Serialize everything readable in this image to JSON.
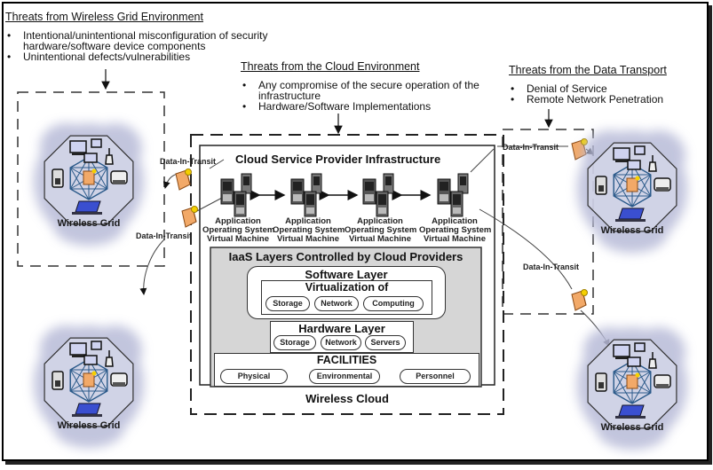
{
  "threats": {
    "wireless_grid": {
      "title": "Threats from Wireless Grid Environment",
      "items": [
        "Intentional/unintentional misconfiguration of security hardware/software device components",
        "Unintentional defects/vulnerabilities"
      ]
    },
    "cloud": {
      "title": "Threats from the Cloud Environment",
      "items": [
        "Any compromise of the secure operation of the infrastructure",
        "Hardware/Software Implementations"
      ]
    },
    "data_transport": {
      "title": "Threats from the Data Transport",
      "items": [
        "Denial of Service",
        "Remote Network Penetration"
      ]
    }
  },
  "cloud": {
    "provider_title": "Cloud Service Provider Infrastructure",
    "vm_stack": [
      "Application",
      "Operating System",
      "Virtual Machine"
    ],
    "vm_count": 4,
    "iaas_title": "IaaS Layers Controlled by Cloud Providers",
    "software_layer": {
      "title": "Software Layer",
      "virtualization_title": "Virtualization of",
      "items": [
        "Storage",
        "Network",
        "Computing"
      ]
    },
    "hardware_layer": {
      "title": "Hardware Layer",
      "items": [
        "Storage",
        "Network",
        "Servers"
      ]
    },
    "facilities": {
      "title": "FACILITIES",
      "items": [
        "Physical",
        "Environmental",
        "Personnel"
      ]
    },
    "footer": "Wireless Cloud"
  },
  "data_in_transit_label": "Data-In-Transit",
  "wireless_grid_label": "Wireless Grid",
  "colors": {
    "package": "#f2a968",
    "package_tag": "#f5d000",
    "cloud_blob": "#b8bbd8",
    "laptop_screen": "#3a4fd0",
    "iaas_fill": "#d6d6d6",
    "mesh": "#2b5a8a"
  }
}
